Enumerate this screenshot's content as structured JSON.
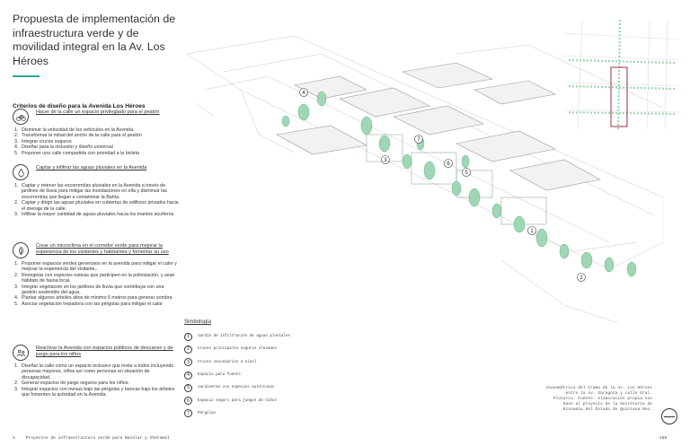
{
  "title": "Propuesta de implementación de infraestructura verde y de movilidad integral en la Av. Los Héroes",
  "subtitle": "Criterios de diseño para la Avenida Los Héroes",
  "accent_color": "#2aa89a",
  "criteria": [
    {
      "icon": "bicycle-icon",
      "title": "Hacer de la calle un espacio privilegiado para el peatón",
      "items": [
        {
          "n": "1.",
          "text": "Disminuir la velocidad de los vehículos en la Avenida."
        },
        {
          "n": "2.",
          "text": "Transformar la mitad del ancho de la calle para el peatón"
        },
        {
          "n": "3.",
          "text": "Integrar cruces seguros"
        },
        {
          "n": "4.",
          "text": "Diseñar para la inclusión y diseño universal"
        },
        {
          "n": "5.",
          "text": "Proponer una calle compartida con prioridad a la bicleta"
        }
      ]
    },
    {
      "icon": "water-drop-icon",
      "title": "Captar y infiltrar las aguas pluviales en la Avenida",
      "items": [
        {
          "n": "1.",
          "text": "Captar y retener las escorrentías pluviales en la Avenida a través de jardines de lluvia para mitigar las inundaciones en ella y disminuir las escorrentías que llegan a contaminar la Bahía."
        },
        {
          "n": "2.",
          "text": "Captar y dirigir las aguas pluviales en cubiertas de edificios privados hacia el drenaje de la calle."
        },
        {
          "n": "3.",
          "text": "Infiltrar la mayor cantidad de aguas pluviales hacia los mantos acuíferos."
        }
      ]
    },
    {
      "icon": "leaf-icon",
      "title": "Crear un microclima en el corredor verde para mejorar la experiencia de los visitantes y habitantes y fomentar su uso",
      "items": [
        {
          "n": "1.",
          "text": "Proponer espacios verdes generosos en la avenida para mitigar el calor y mejorar la experiencia del visitante,."
        },
        {
          "n": "2.",
          "text": "Revegetar con especies nativas que participen en la polinización, y sean hábitats de fauna local."
        },
        {
          "n": "3.",
          "text": "Integrar vegetación en los jardines de lluvia que contribuya con una gestión sostenible del agua."
        },
        {
          "n": "4.",
          "text": "Plantar algunos árboles altos de mínimo 5 metros para generar sombra"
        },
        {
          "n": "5.",
          "text": "Asociar vegetación trepadora con las pérgolas para mitigar el calor"
        }
      ]
    },
    {
      "icon": "people-icon",
      "title": "Reactivar la Avenida con espacios públicos de descanso y de juego para los niños",
      "items": [
        {
          "n": "1.",
          "text": "Diseñar la calle como un espacio inclusivo que invite a todos incluyendo personas mayores, niños así como personas en situación de discapacidad."
        },
        {
          "n": "2.",
          "text": "Generar espacios de juego seguros para los niños."
        },
        {
          "n": "3.",
          "text": "Integrar espacios con mesas bajo las pérgolas y bancas bajo los árboles que fomenten la actividad en la Avenida."
        }
      ]
    }
  ],
  "simbologia": {
    "title": "Simbología",
    "items": [
      {
        "n": "1",
        "label": "Jardín de infiltración de aguas pluviales"
      },
      {
        "n": "2",
        "label": "Cruces principales seguros elevados"
      },
      {
        "n": "3",
        "label": "Cruces secundarios a nivel"
      },
      {
        "n": "4",
        "label": "Espacio para fuente"
      },
      {
        "n": "5",
        "label": "Jardineras con especies autóctonas"
      },
      {
        "n": "6",
        "label": "Espacio seguro para juegos de niños"
      },
      {
        "n": "7",
        "label": "Pérgolas"
      }
    ]
  },
  "callout_numbers": [
    "4",
    "7",
    "3",
    "6",
    "5",
    "1",
    "2"
  ],
  "caption": "Axonométrico del tramo de la Av. Los Héroes entre la Av. Zaragoza y calle Gral. Plutarco. Fuente. elaboración propia con base al proyecto de la Secretaría de Economía del Estado de Quintana Roo.",
  "footer": {
    "page_left": "4",
    "text": "Proyectos de infraestructura verde para Bacalar y Chetumal",
    "page_right": "168"
  }
}
